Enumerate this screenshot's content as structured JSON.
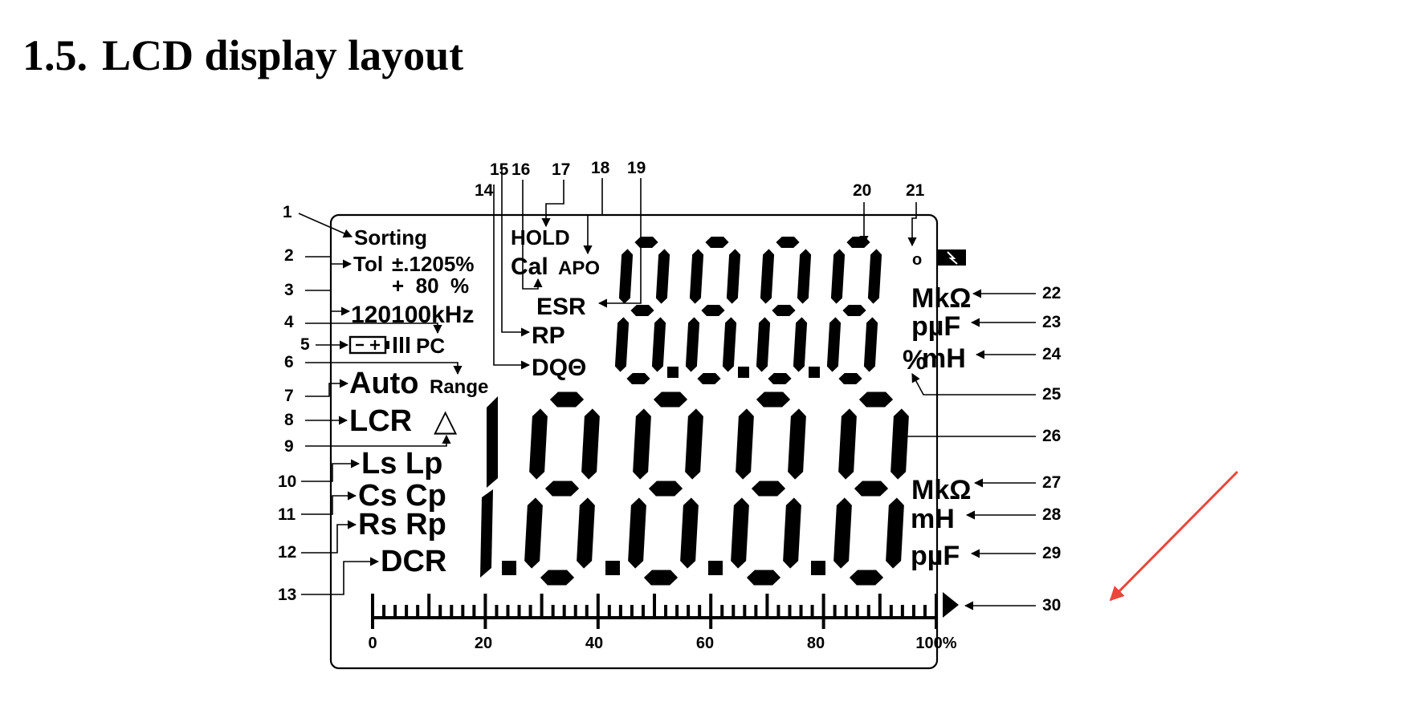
{
  "heading": {
    "number": "1.5.",
    "title": "LCD display layout"
  },
  "lcd": {
    "left_labels": {
      "sorting": "Sorting",
      "tol": "Tol",
      "tol_value": "±.1205%",
      "tol_pct": "+  80  %",
      "freq": "120100kHz",
      "pc": "PC",
      "auto": "Auto",
      "range": "Range",
      "lcr": "LCR",
      "delta": "△",
      "ls_lp": "Ls Lp",
      "cs_cp": "Cs Cp",
      "rs_rp": "Rs Rp",
      "dcr": "DCR"
    },
    "center_labels": {
      "hold": "HOLD",
      "cal": "Cal",
      "apo": "APO",
      "esr": "ESR",
      "rp": "RP",
      "dqtheta": "DQΘ"
    },
    "right_units": {
      "mkohm_top": "MkΩ",
      "pf_top": "pµF",
      "percent": "%",
      "mh_top": "mH",
      "mkohm_bottom": "MkΩ",
      "mh_bottom": "mH",
      "pf_bottom": "pµF",
      "degree": "o"
    },
    "bargraph_ticks": [
      "0",
      "20",
      "40",
      "60",
      "80",
      "100%"
    ]
  },
  "callouts": [
    "1",
    "2",
    "3",
    "4",
    "5",
    "6",
    "7",
    "8",
    "9",
    "10",
    "11",
    "12",
    "13",
    "14",
    "15",
    "16",
    "17",
    "18",
    "19",
    "20",
    "21",
    "22",
    "23",
    "24",
    "25",
    "26",
    "27",
    "28",
    "29",
    "30"
  ],
  "colors": {
    "annotation_arrow": "#e8473a",
    "ink": "#000000"
  }
}
